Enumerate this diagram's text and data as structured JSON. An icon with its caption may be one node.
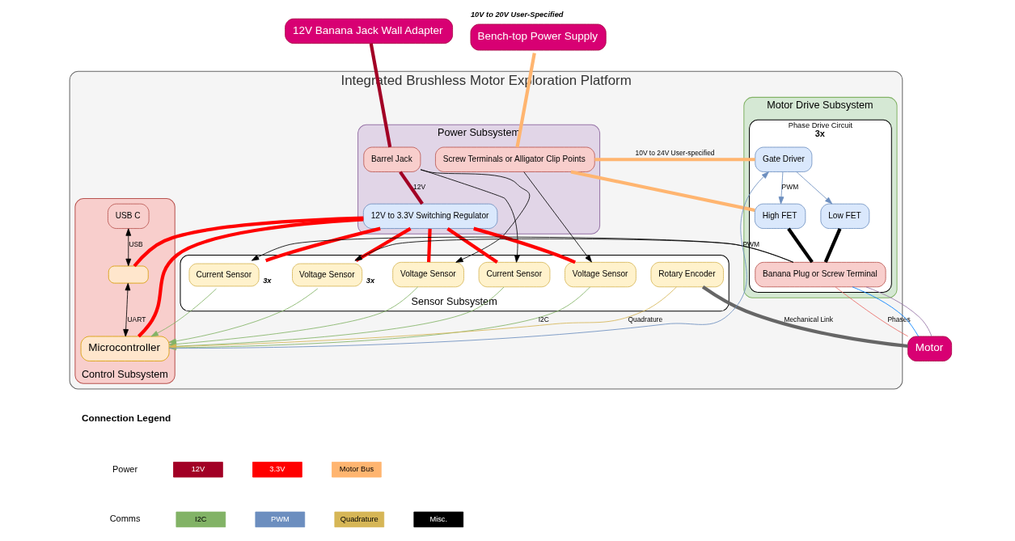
{
  "diagram": {
    "nodes": [
      {
        "text": [
          "Integrated Brushless Motor Exploration Platform"
        ]
      },
      {
        "text": [
          "Bench-top Power Supply"
        ],
        "beside": [
          "10V to 20V User-Specified"
        ]
      },
      {
        "text": [
          "12V Banana Jack Wall Adapter"
        ]
      },
      {
        "text": [
          "Power Subsystem"
        ],
        "in": 0
      },
      {
        "text": [
          "Screw Terminals or Alligator Clip Points"
        ],
        "in": 3
      },
      {
        "text": [
          "Barrel Jack"
        ],
        "in": 3
      },
      {
        "text": [
          "12V to 3.3V Switching Regulator"
        ],
        "in": 3
      },
      {
        "text": [
          "Motor Drive Subsystem"
        ],
        "in": 0
      },
      {
        "text": [
          "Phase Drive Circuit"
        ],
        "in": 7,
        "beside": [
          "3x"
        ]
      },
      {
        "text": [
          "Gate Driver"
        ],
        "in": 8
      },
      {
        "text": [
          "High FET"
        ],
        "in": 8
      },
      {
        "text": [
          "Low FET"
        ],
        "in": 8
      },
      {
        "text": [
          "Banana Plug or Screw Terminal"
        ],
        "in": 8
      },
      {
        "text": [
          "Motor"
        ]
      },
      {
        "text": [
          "Sensor Subsystem"
        ],
        "in": 0
      },
      {
        "text": [
          "Voltage Sensor"
        ],
        "in": 14
      },
      {
        "text": [
          "Current Sensor"
        ],
        "in": 14
      },
      {
        "text": [
          "Voltage Sensor"
        ],
        "in": 14
      },
      {
        "text": [
          "Current Sensor"
        ],
        "in": 14,
        "beside": [
          "3x"
        ]
      },
      {
        "text": [
          "Voltage Sensor"
        ],
        "in": 14,
        "beside": [
          "3x"
        ]
      },
      {
        "text": [
          "Rotary Encoder"
        ],
        "in": 14
      },
      {
        "text": [
          "Control Subsystem"
        ],
        "in": 0
      },
      {
        "text": [
          "USB C"
        ],
        "in": 21
      },
      {
        "text": [],
        "shape": "box",
        "in": 21
      },
      {
        "text": [
          "Microcontroller"
        ],
        "in": 21
      }
    ],
    "edges": [
      {
        "from": 1,
        "to": 4,
        "arrow": "none",
        "style": "thick",
        "color": "#ffb570"
      },
      {
        "from": 4,
        "to": 9,
        "arrow": "none",
        "style": "thick",
        "color": "#ffb570",
        "label": "10V to 24V User-specified"
      },
      {
        "from": 4,
        "to": 10,
        "arrow": "none",
        "style": "thick",
        "color": "#ffb570"
      },
      {
        "from": 2,
        "to": 5,
        "arrow": "none",
        "style": "thick",
        "color": "#a20025"
      },
      {
        "from": 5,
        "to": 6,
        "arrow": "none",
        "style": "thick",
        "color": "#a20025",
        "label": "12V"
      },
      {
        "from": 6,
        "to": 15,
        "arrow": "none",
        "style": "thick",
        "color": "#ff0000"
      },
      {
        "from": 6,
        "to": 16,
        "arrow": "none",
        "style": "thick",
        "color": "#ff0000"
      },
      {
        "from": 6,
        "to": 17,
        "arrow": "none",
        "style": "thick",
        "color": "#ff0000"
      },
      {
        "from": 6,
        "to": 18,
        "arrow": "none",
        "style": "thick",
        "color": "#ff0000"
      },
      {
        "from": 6,
        "to": 19,
        "arrow": "none",
        "style": "thick",
        "color": "#ff0000"
      },
      {
        "from": 6,
        "to": 24,
        "arrow": "none",
        "style": "thick",
        "color": "#ff0000"
      },
      {
        "from": 6,
        "to": 23,
        "arrow": "none",
        "style": "thick",
        "color": "#ff0000"
      },
      {
        "from": 5,
        "to": 15,
        "arrow": "to"
      },
      {
        "from": 5,
        "to": 16,
        "arrow": "to"
      },
      {
        "from": 4,
        "to": 17,
        "arrow": "to"
      },
      {
        "from": 10,
        "to": 12,
        "arrow": "none",
        "style": "thick"
      },
      {
        "from": 11,
        "to": 12,
        "arrow": "none",
        "style": "thick"
      },
      {
        "from": 12,
        "to": 18,
        "arrow": "to"
      },
      {
        "from": 12,
        "to": 19,
        "arrow": "to"
      },
      {
        "from": 9,
        "to": 10,
        "arrow": "to",
        "color": "#6c8ebf",
        "label": "PWM"
      },
      {
        "from": 9,
        "to": 11,
        "arrow": "to",
        "color": "#6c8ebf"
      },
      {
        "from": 24,
        "to": 9,
        "arrow": "to",
        "color": "#6c8ebf",
        "label": "PWM"
      },
      {
        "from": 15,
        "to": 24,
        "arrow": "to",
        "color": "#82b366"
      },
      {
        "from": 16,
        "to": 24,
        "arrow": "to",
        "color": "#82b366"
      },
      {
        "from": 17,
        "to": 24,
        "arrow": "to",
        "color": "#82b366",
        "label": "I2C"
      },
      {
        "from": 18,
        "to": 24,
        "arrow": "to",
        "color": "#82b366"
      },
      {
        "from": 19,
        "to": 24,
        "arrow": "to",
        "color": "#82b366"
      },
      {
        "from": 20,
        "to": 24,
        "arrow": "to",
        "color": "#d6b656",
        "label": "Quadrature"
      },
      {
        "from": 12,
        "to": 13,
        "arrow": "none",
        "color": "#ea6b66",
        "label": "Phases"
      },
      {
        "from": 12,
        "to": 13,
        "arrow": "none",
        "color": "#007fff"
      },
      {
        "from": 12,
        "to": 13,
        "arrow": "none",
        "color": "#9673a6"
      },
      {
        "from": 20,
        "to": 13,
        "arrow": "none",
        "style": "thick",
        "color": "#666666",
        "label": "Mechanical Link"
      },
      {
        "from": 22,
        "to": 23,
        "arrow": "both",
        "label": "USB"
      },
      {
        "from": 23,
        "to": 24,
        "arrow": "both",
        "label": "UART"
      }
    ],
    "labels": [
      "Connection Legend",
      "Power",
      "Comms"
    ],
    "legend": [
      {
        "text": "12V",
        "color": "#a20025"
      },
      {
        "text": "3.3V",
        "color": "#ff0000"
      },
      {
        "text": "Motor Bus",
        "color": "#ffb570"
      },
      {
        "text": "I2C",
        "color": "#82b366"
      },
      {
        "text": "PWM",
        "color": "#6c8ebf"
      },
      {
        "text": "Quadrature",
        "color": "#d6b656"
      },
      {
        "text": "Misc.",
        "color": "#000000"
      }
    ]
  }
}
